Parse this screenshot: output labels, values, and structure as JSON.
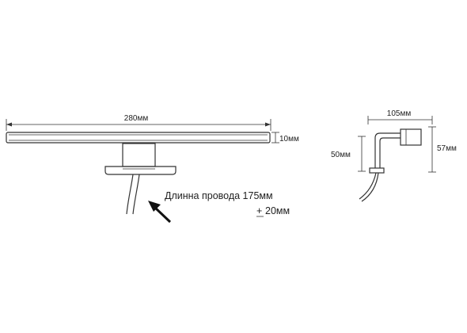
{
  "colors": {
    "line": "#333333",
    "text": "#222222",
    "background": "#ffffff"
  },
  "front_view": {
    "width_label": "280мм",
    "height_label": "10мм",
    "cable_note": {
      "line1": "Длинна провода 175мм",
      "line2_symbol": "+",
      "line2_value": "20мм"
    },
    "pointer": "arrow-icon"
  },
  "side_view": {
    "depth_label": "105мм",
    "height_left_label": "50мм",
    "height_right_label": "57мм"
  }
}
